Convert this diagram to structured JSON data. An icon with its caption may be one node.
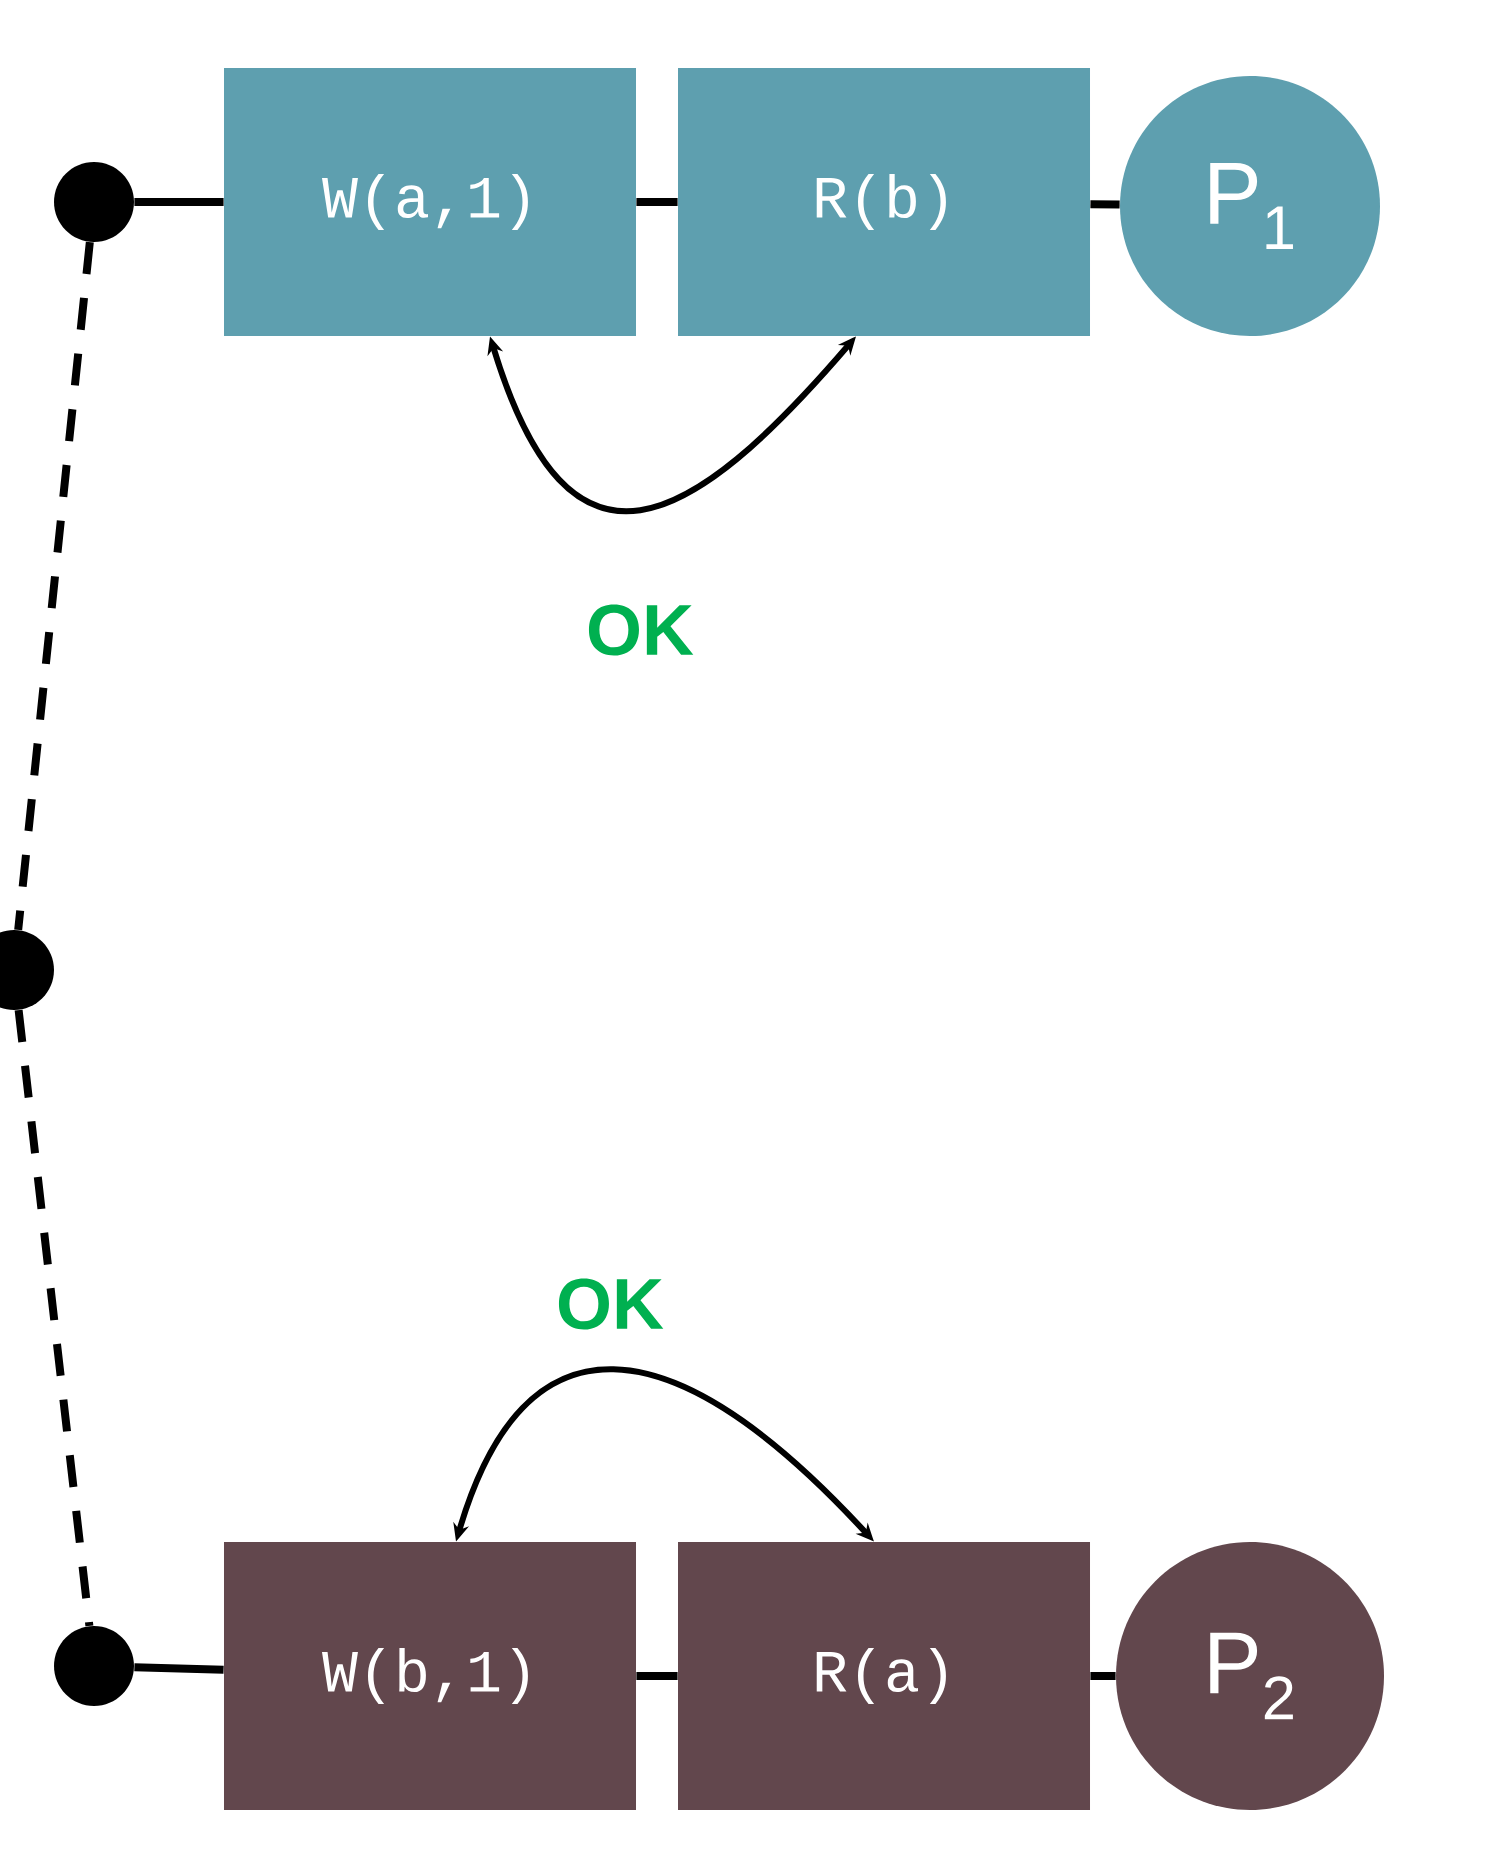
{
  "diagram": {
    "nodes": [
      {
        "text": [
          "W(a,1)"
        ]
      },
      {
        "text": [
          "R(b)"
        ]
      },
      {
        "text": [
          "P$_{1}$"
        ]
      },
      {
        "text": [
          "W(b,1)"
        ]
      },
      {
        "text": [
          "R(a)"
        ]
      },
      {
        "text": [
          "P$_{2}$"
        ]
      },
      {
        "text": [],
        "shape": "circle"
      },
      {
        "text": [],
        "shape": "circle"
      },
      {
        "text": [],
        "shape": "circle"
      }
    ],
    "edges": [
      {
        "from": 6,
        "to": 0,
        "arrow": "none"
      },
      {
        "from": 0,
        "to": 1,
        "arrow": "none"
      },
      {
        "from": 1,
        "to": 2,
        "arrow": "none"
      },
      {
        "from": 8,
        "to": 3,
        "arrow": "none"
      },
      {
        "from": 3,
        "to": 4,
        "arrow": "none"
      },
      {
        "from": 4,
        "to": 5,
        "arrow": "none"
      },
      {
        "from": 6,
        "to": 7,
        "arrow": "none",
        "style": "dashed"
      },
      {
        "from": 7,
        "to": 8,
        "arrow": "none",
        "style": "dashed"
      },
      {
        "from": 0,
        "to": 1,
        "arrow": "both",
        "label": "OK"
      },
      {
        "from": 3,
        "to": 4,
        "arrow": "both",
        "label": "OK"
      }
    ]
  }
}
